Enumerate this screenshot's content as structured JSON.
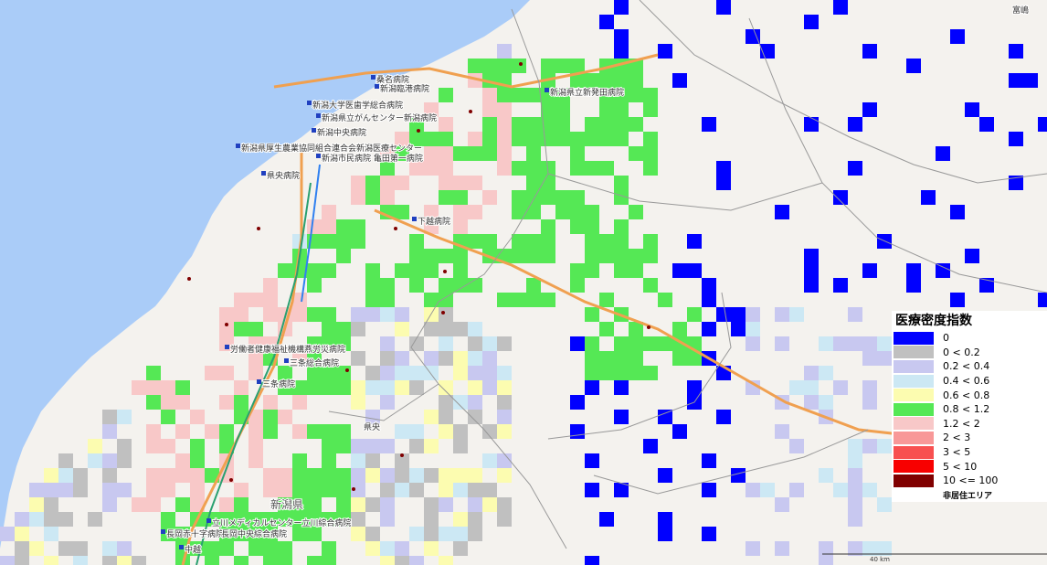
{
  "legend": {
    "title": "医療密度指数",
    "items": [
      {
        "label": "0",
        "color": "#0000ff"
      },
      {
        "label": "0 < 0.2",
        "color": "#c0c0c0"
      },
      {
        "label": "0.2 < 0.4",
        "color": "#c8c8f0"
      },
      {
        "label": "0.4 < 0.6",
        "color": "#cce8f4"
      },
      {
        "label": "0.6 < 0.8",
        "color": "#fcfcb0"
      },
      {
        "label": "0.8 < 1.2",
        "color": "#55e855"
      },
      {
        "label": "1.2 < 2",
        "color": "#f8c8c8"
      },
      {
        "label": "2 < 3",
        "color": "#f89898"
      },
      {
        "label": "3 < 5",
        "color": "#f85050"
      },
      {
        "label": "5 < 10",
        "color": "#f80000"
      },
      {
        "label": "10 <= 100",
        "color": "#800000"
      },
      {
        "label": "非居住エリア",
        "color": "#ffffff"
      }
    ]
  },
  "map": {
    "sea_color": "#aaccf8",
    "land_color": "#f4f2ee",
    "prefecture_label": "新潟県",
    "scale_label": "40 km",
    "place_labels": [
      "県央",
      "富嶋"
    ]
  },
  "hospitals": [
    "桑名病院",
    "新潟臨港病院",
    "新潟大学医歯学総合病院",
    "新潟県立新発田病院",
    "新潟県立がんセンター新潟病院",
    "新潟中央病院",
    "新潟県厚生農業協同組合連合会新潟医療センター",
    "新潟市民病院 亀田第一病院",
    "県央病院",
    "下越病院",
    "労働者健康福祉機構燕労災病院",
    "三条総合病院",
    "三条病院",
    "立川メディカルセンター立川綜合病院",
    "長岡赤十字病院",
    "長岡中央綜合病院",
    "中越"
  ]
}
